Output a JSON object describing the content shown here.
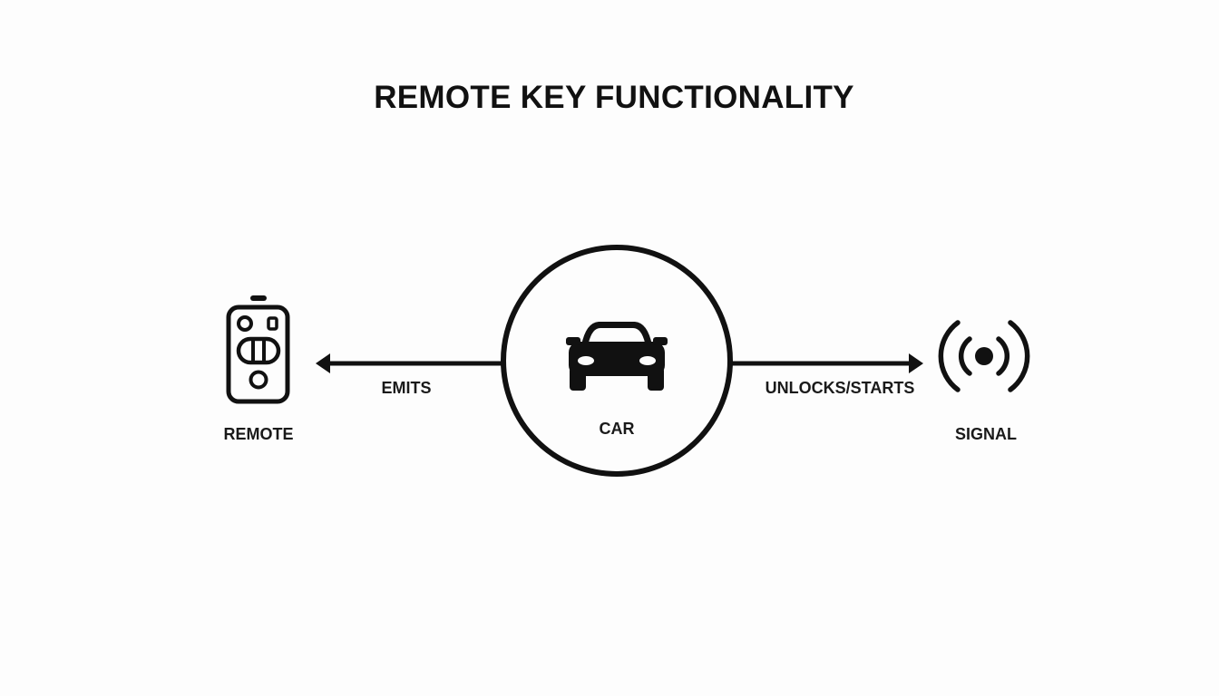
{
  "title": "REMOTE KEY FUNCTIONALITY",
  "nodes": {
    "remote": {
      "label": "REMOTE",
      "icon": "remote-key-fob-icon"
    },
    "car": {
      "label": "CAR",
      "icon": "car-icon"
    },
    "signal": {
      "label": "SIGNAL",
      "icon": "wireless-signal-icon"
    }
  },
  "edges": {
    "left": {
      "label": "EMITS",
      "direction": "car-to-remote"
    },
    "right": {
      "label": "UNLOCKS/STARTS",
      "direction": "car-to-signal"
    }
  },
  "colors": {
    "ink": "#111111",
    "background": "#fdfdfd"
  }
}
